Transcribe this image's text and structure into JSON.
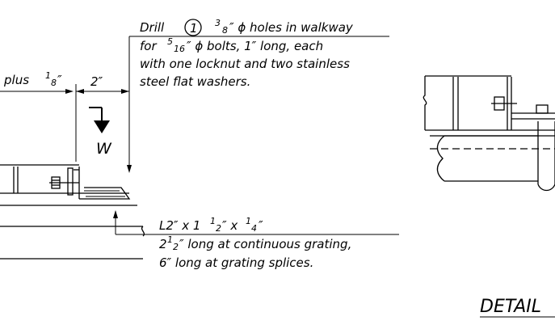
{
  "drill_note": {
    "line1_prefix": "Drill",
    "circle_num": "1",
    "frac1_num": "3",
    "frac1_den": "8",
    "line1_suffix": "″ ϕ holes in walkway",
    "line2_prefix": "for",
    "frac2_num": "5",
    "frac2_den": "16",
    "line2_suffix": "″ ϕ bolts, 1″ long, each",
    "line3": "with one locknut and two stainless",
    "line4": "steel flat washers."
  },
  "dimensions": {
    "plus_text": "plus",
    "plus_frac_num": "1",
    "plus_frac_den": "8",
    "plus_suffix": "″",
    "two_inch": "2″"
  },
  "section_marker": {
    "letter": "W"
  },
  "angle_note": {
    "line1": "L2″ x 1",
    "line1_frac_num": "1",
    "line1_frac_den": "2",
    "line1_mid": "″ x ",
    "line1_frac2_num": "1",
    "line1_frac2_den": "4",
    "line1_end": "″",
    "line2_prefix": "2",
    "line2_frac_num": "1",
    "line2_frac_den": "2",
    "line2_suffix": "″ long at continuous grating,",
    "line3": "6″ long at grating splices."
  },
  "detail_title": "DETAIL"
}
